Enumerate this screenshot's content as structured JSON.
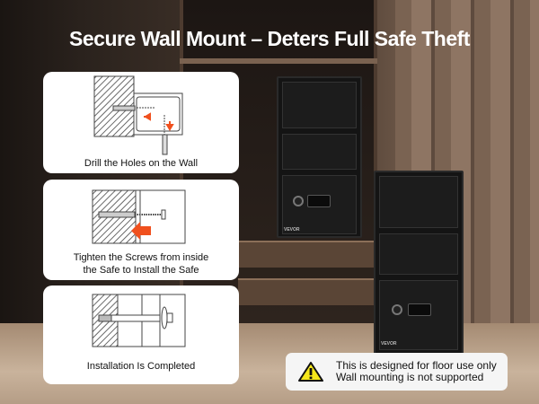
{
  "title": "Secure Wall Mount – Deters Full Safe Theft",
  "steps": [
    {
      "caption": "Drill the Holes on the Wall"
    },
    {
      "caption_line1": "Tighten the Screws from inside",
      "caption_line2": "the Safe to Install the Safe"
    },
    {
      "caption": "Installation Is Completed"
    }
  ],
  "notice": {
    "icon": "warning-icon",
    "line1": "This is designed for floor use only",
    "line2": "Wall mounting is not supported"
  },
  "brand": "VEVOR",
  "colors": {
    "accent": "#f0501e",
    "warning": "#f5e71a"
  }
}
